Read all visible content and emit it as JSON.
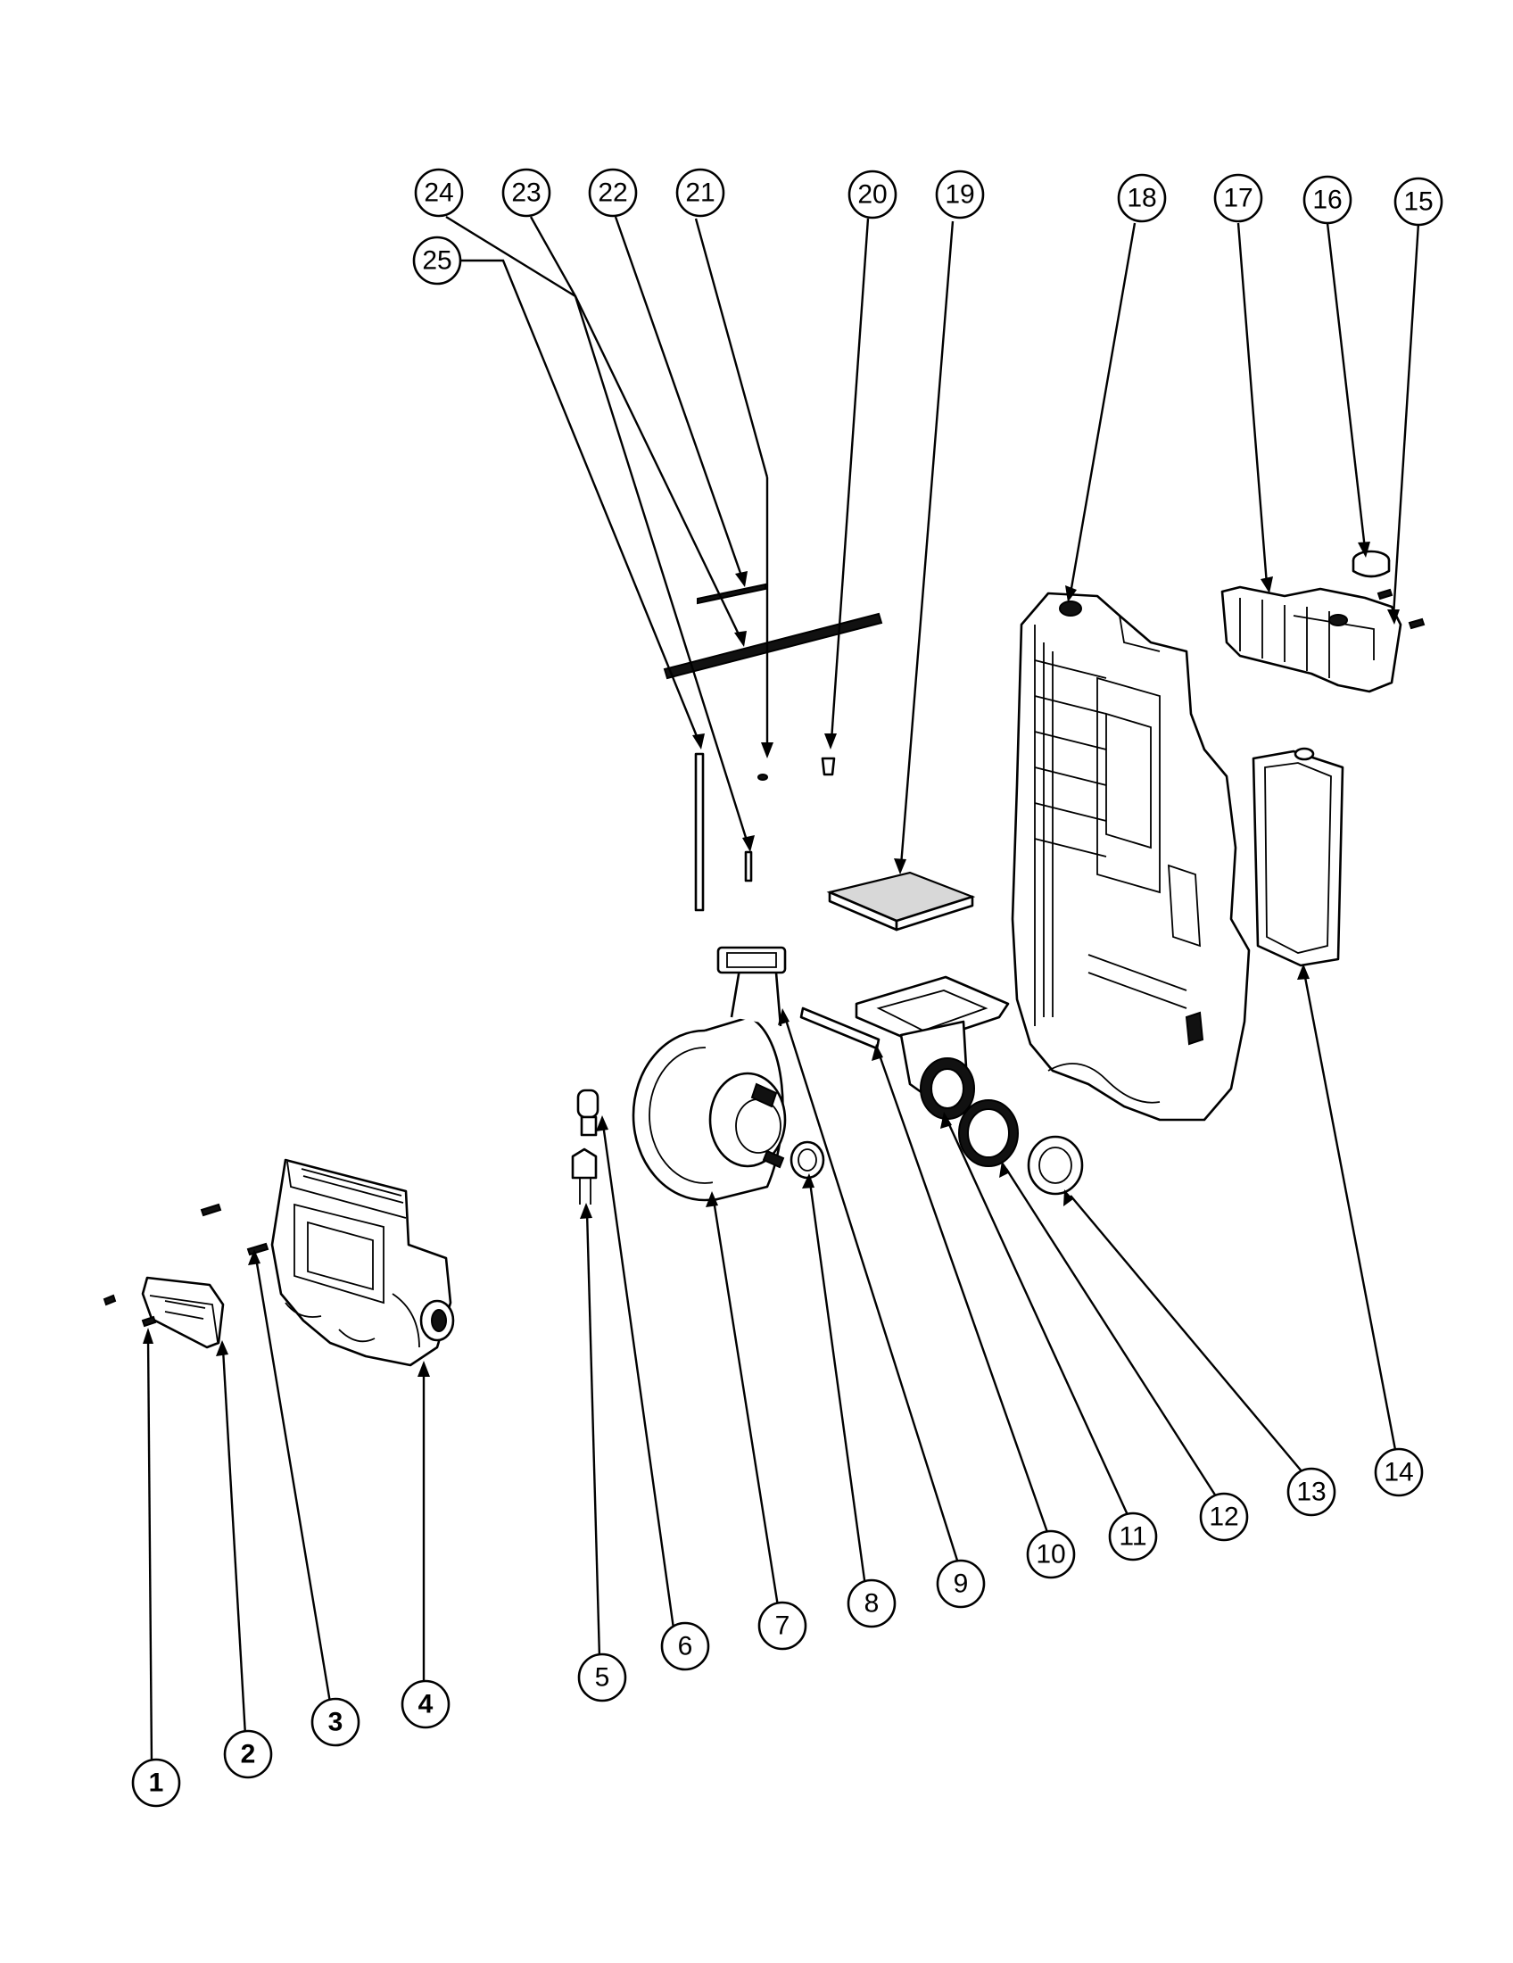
{
  "diagram": {
    "callouts": [
      {
        "id": 1,
        "label": "1",
        "bold": true
      },
      {
        "id": 2,
        "label": "2",
        "bold": true
      },
      {
        "id": 3,
        "label": "3",
        "bold": true
      },
      {
        "id": 4,
        "label": "4",
        "bold": true
      },
      {
        "id": 5,
        "label": "5",
        "bold": false
      },
      {
        "id": 6,
        "label": "6",
        "bold": false
      },
      {
        "id": 7,
        "label": "7",
        "bold": false
      },
      {
        "id": 8,
        "label": "8",
        "bold": false
      },
      {
        "id": 9,
        "label": "9",
        "bold": false
      },
      {
        "id": 10,
        "label": "10",
        "bold": false
      },
      {
        "id": 11,
        "label": "11",
        "bold": false
      },
      {
        "id": 12,
        "label": "12",
        "bold": false
      },
      {
        "id": 13,
        "label": "13",
        "bold": false
      },
      {
        "id": 14,
        "label": "14",
        "bold": false
      },
      {
        "id": 15,
        "label": "15",
        "bold": false
      },
      {
        "id": 16,
        "label": "16",
        "bold": false
      },
      {
        "id": 17,
        "label": "17",
        "bold": false
      },
      {
        "id": 18,
        "label": "18",
        "bold": false
      },
      {
        "id": 19,
        "label": "19",
        "bold": false
      },
      {
        "id": 20,
        "label": "20",
        "bold": false
      },
      {
        "id": 21,
        "label": "21",
        "bold": false
      },
      {
        "id": 22,
        "label": "22",
        "bold": false
      },
      {
        "id": 23,
        "label": "23",
        "bold": false
      },
      {
        "id": 24,
        "label": "24",
        "bold": false
      },
      {
        "id": 25,
        "label": "25",
        "bold": false
      }
    ]
  }
}
